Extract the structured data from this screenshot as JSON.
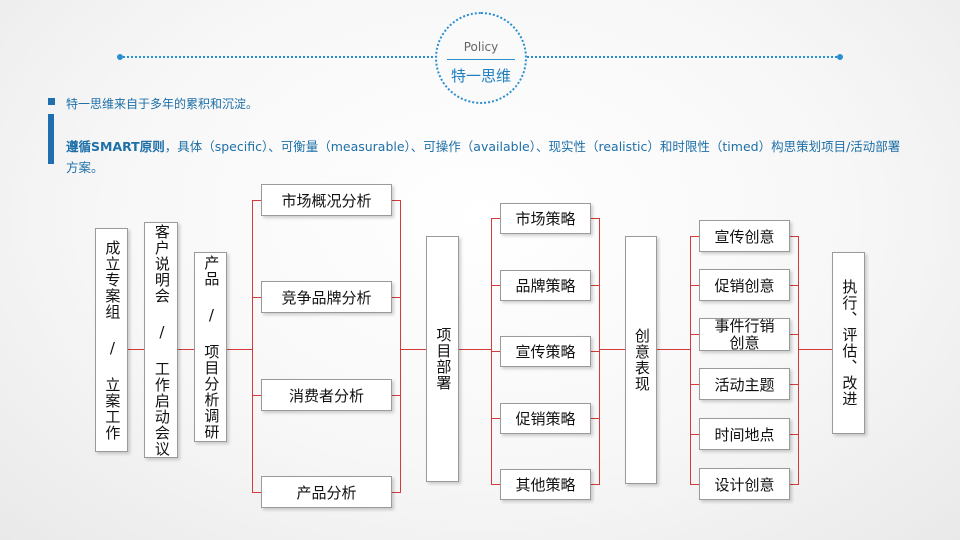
{
  "header": {
    "en": "Policy",
    "zh": "特一思维"
  },
  "intro": {
    "line1": "特一思维来自于多年的累积和沉淀。",
    "bold": "遵循SMART原则",
    "rest": "，具体（specific）、可衡量（measurable）、可操作（available）、现实性（realistic）和时限性（timed）构思策划项目/活动部署方案。"
  },
  "flow": {
    "step1": "成立专案组 / 立案工作",
    "step2": "客户说明会 / 工作启动会议",
    "step3": "产品 / 项目分析调研",
    "analysis": [
      "市场概况分析",
      "竞争品牌分析",
      "消费者分析",
      "产品分析"
    ],
    "deploy": "项目部署",
    "strategies": [
      "市场策略",
      "品牌策略",
      "宣传策略",
      "促销策略",
      "其他策略"
    ],
    "creative": "创意表现",
    "creative_items": [
      "宣传创意",
      "促销创意",
      "事件行销创意",
      "活动主题",
      "时间地点",
      "设计创意"
    ],
    "final": "执行、评估、改进"
  }
}
